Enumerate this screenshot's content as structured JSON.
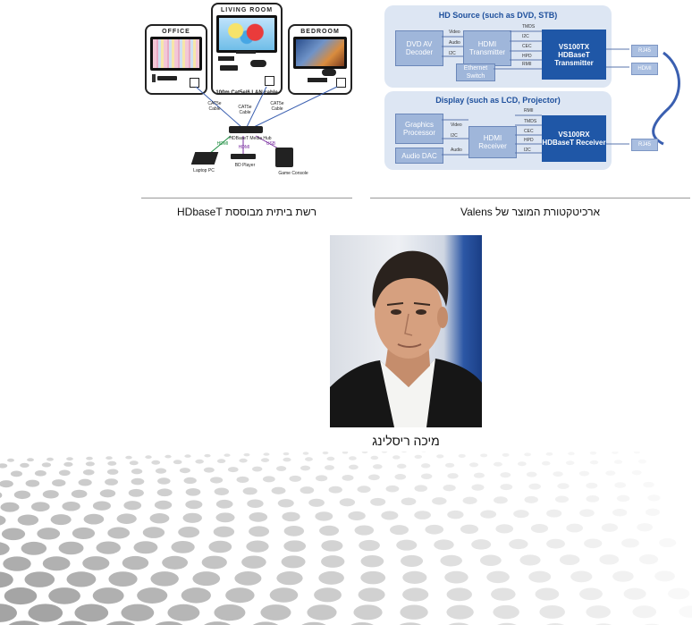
{
  "home_network": {
    "rooms": [
      {
        "title": "OFFICE"
      },
      {
        "title": "LIVING ROOM"
      },
      {
        "title": "BEDROOM"
      }
    ],
    "cable_label": "100m Cat5e/6 LAN cable",
    "cat_labels": [
      "CAT5e Cable",
      "CAT5e Cable",
      "CAT5e Cable"
    ],
    "hub_label": "HDBaseT Media Hub",
    "link_labels": [
      "HDMI",
      "HDMI",
      "USB"
    ],
    "devices": [
      "Laptop PC",
      "BD Player",
      "Game Console"
    ],
    "caption": "רשת ביתית מבוססת HDbaseT"
  },
  "architecture": {
    "source": {
      "title": "HD Source (such as DVD, STB)",
      "decoder": "DVD AV Decoder",
      "transmitter": "HDMI Transmitter",
      "ethernet": "Ethernet Switch",
      "chip": "VS100TX HDBaseT Transmitter",
      "signals_left": [
        "Video",
        "Audio",
        "I2C"
      ],
      "signals_right": [
        "TMDS",
        "I2C",
        "CEC",
        "HPD",
        "RMII"
      ],
      "ports": [
        "RJ45",
        "HDMI"
      ]
    },
    "display": {
      "title": "Display (such as LCD, Projector)",
      "processor": "Graphics Processor",
      "dac": "Audio DAC",
      "receiver": "HDMI Receiver",
      "chip": "VS100RX HDBaseT Receiver",
      "signals_left": [
        "Video",
        "I2C",
        "Audio"
      ],
      "signals_right": [
        "RMII",
        "TMDS",
        "CEC",
        "HPD",
        "I2C"
      ],
      "ports": [
        "RJ45"
      ]
    },
    "caption": "ארכיטקטורת המוצר של Valens"
  },
  "portrait": {
    "caption": "מיכה ריסלינג"
  },
  "colors": {
    "accent_dark": "#1f57a7",
    "accent_light": "#9fb6da",
    "panel_bg": "#dde6f3",
    "cable": "#3a5fb0"
  }
}
